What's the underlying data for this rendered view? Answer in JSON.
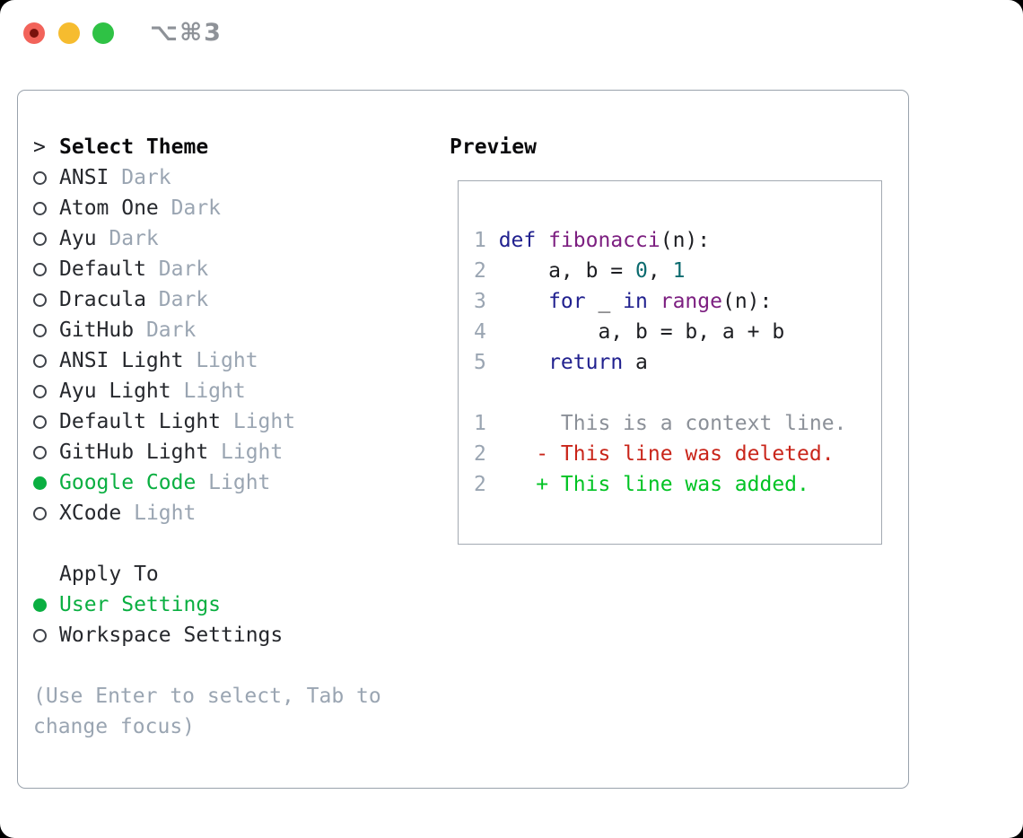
{
  "window": {
    "title": "⌥⌘3",
    "traffic_lights": [
      "close",
      "minimize",
      "zoom"
    ]
  },
  "theme_panel": {
    "header": {
      "prompt": ">",
      "label": "Select Theme"
    },
    "themes": [
      {
        "name": "ANSI",
        "variant": "Dark",
        "selected": false
      },
      {
        "name": "Atom One",
        "variant": "Dark",
        "selected": false
      },
      {
        "name": "Ayu",
        "variant": "Dark",
        "selected": false
      },
      {
        "name": "Default",
        "variant": "Dark",
        "selected": false
      },
      {
        "name": "Dracula",
        "variant": "Dark",
        "selected": false
      },
      {
        "name": "GitHub",
        "variant": "Dark",
        "selected": false
      },
      {
        "name": "ANSI Light",
        "variant": "Light",
        "selected": false
      },
      {
        "name": "Ayu Light",
        "variant": "Light",
        "selected": false
      },
      {
        "name": "Default Light",
        "variant": "Light",
        "selected": false
      },
      {
        "name": "GitHub Light",
        "variant": "Light",
        "selected": false
      },
      {
        "name": "Google Code",
        "variant": "Light",
        "selected": true
      },
      {
        "name": "XCode",
        "variant": "Light",
        "selected": false
      }
    ],
    "apply_to": {
      "label": "Apply To",
      "options": [
        {
          "name": "User Settings",
          "selected": true
        },
        {
          "name": "Workspace Settings",
          "selected": false
        }
      ]
    },
    "help": [
      "(Use Enter to select, Tab to",
      "change focus)"
    ]
  },
  "preview": {
    "label": "Preview",
    "code_lines": [
      {
        "num": "1",
        "tokens": [
          {
            "c": "kwd",
            "t": "def"
          },
          {
            "c": "pln",
            "t": " "
          },
          {
            "c": "typ",
            "t": "fibonacci"
          },
          {
            "c": "pln",
            "t": "(n):"
          }
        ]
      },
      {
        "num": "2",
        "tokens": [
          {
            "c": "pln",
            "t": "    a, b = "
          },
          {
            "c": "lit",
            "t": "0"
          },
          {
            "c": "pln",
            "t": ", "
          },
          {
            "c": "lit",
            "t": "1"
          }
        ]
      },
      {
        "num": "3",
        "tokens": [
          {
            "c": "pln",
            "t": "    "
          },
          {
            "c": "kwd",
            "t": "for"
          },
          {
            "c": "pln",
            "t": " _ "
          },
          {
            "c": "kwd",
            "t": "in"
          },
          {
            "c": "pln",
            "t": " "
          },
          {
            "c": "typ",
            "t": "range"
          },
          {
            "c": "pln",
            "t": "(n):"
          }
        ]
      },
      {
        "num": "4",
        "tokens": [
          {
            "c": "pln",
            "t": "        a, b = b, a + b"
          }
        ]
      },
      {
        "num": "5",
        "tokens": [
          {
            "c": "pln",
            "t": "    "
          },
          {
            "c": "kwd",
            "t": "return"
          },
          {
            "c": "pln",
            "t": " a"
          }
        ]
      },
      {
        "blank": true
      },
      {
        "num": "1",
        "tokens": [
          {
            "c": "ctx",
            "t": "     This is a context line."
          }
        ]
      },
      {
        "num": "2",
        "tokens": [
          {
            "c": "del",
            "t": "   - This line was deleted."
          }
        ]
      },
      {
        "num": "2",
        "tokens": [
          {
            "c": "add",
            "t": "   + This line was added."
          }
        ]
      }
    ]
  },
  "colors": {
    "accent_green": "#0aaf41",
    "diff_added_green": "#00c323",
    "diff_deleted_red": "#c9251a",
    "keyword_blue": "#21218f",
    "type_purple": "#7c1f80",
    "literal_teal": "#0c6b6f",
    "code_plain": "#1d1e22",
    "line_number_gray": "#9aa5b2",
    "context_gray": "#8b9098",
    "muted_gray": "#9aa5b2",
    "text_dark": "#26282d",
    "title_gray": "#8e9298",
    "panel_border": "#99a2ac",
    "preview_border": "#a3aab2",
    "traffic_red": "#f2635a",
    "traffic_red_dot": "#7a120d",
    "traffic_yellow": "#f6bc2f",
    "traffic_green": "#2fc245"
  }
}
